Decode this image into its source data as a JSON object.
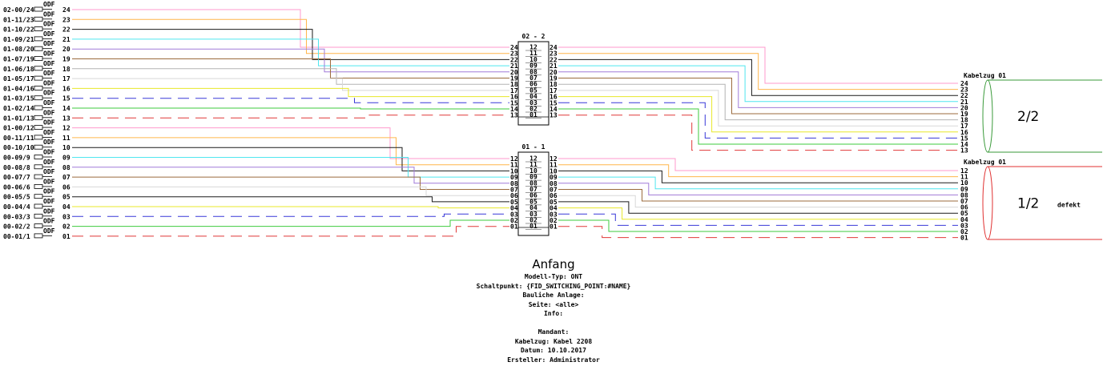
{
  "colors": {
    "pink": "#ff99cc",
    "orange": "#ffb64c",
    "black": "#1a1a1a",
    "cyan": "#4fe6ef",
    "violet": "#a07ad8",
    "brown": "#9b6b3d",
    "grey": "#b4b4b4",
    "white": "#d8d8d8",
    "blue": "#3838d8",
    "yellow": "#e8e82a",
    "green": "#3ecb3e",
    "red": "#e03838",
    "cable_top": "#3a9a3a",
    "cable_bottom": "#e03030",
    "highlight": "#e00000"
  },
  "left_ports": [
    {
      "label": "02-00/24",
      "num": "24",
      "color": "pink"
    },
    {
      "label": "01-11/23",
      "num": "23",
      "color": "orange"
    },
    {
      "label": "01-10/22",
      "num": "22",
      "color": "black"
    },
    {
      "label": "01-09/21",
      "num": "21",
      "color": "cyan"
    },
    {
      "label": "01-08/20",
      "num": "20",
      "color": "violet"
    },
    {
      "label": "01-07/19",
      "num": "19",
      "color": "brown"
    },
    {
      "label": "01-06/18",
      "num": "18",
      "color": "grey"
    },
    {
      "label": "01-05/17",
      "num": "17",
      "color": "white"
    },
    {
      "label": "01-04/16",
      "num": "16",
      "color": "yellow"
    },
    {
      "label": "01-03/15",
      "num": "15",
      "color": "blue",
      "dashed": true
    },
    {
      "label": "01-02/14",
      "num": "14",
      "color": "green"
    },
    {
      "label": "01-01/13",
      "num": "13",
      "color": "red",
      "dashed": true
    },
    {
      "label": "01-00/12",
      "num": "12",
      "color": "pink"
    },
    {
      "label": "00-11/11",
      "num": "11",
      "color": "orange"
    },
    {
      "label": "00-10/10",
      "num": "10",
      "color": "black"
    },
    {
      "label": "00-09/9",
      "num": "09",
      "color": "cyan"
    },
    {
      "label": "00-08/8",
      "num": "08",
      "color": "violet"
    },
    {
      "label": "00-07/7",
      "num": "07",
      "color": "brown"
    },
    {
      "label": "00-06/6",
      "num": "06",
      "color": "white",
      "highlight": true
    },
    {
      "label": "00-05/5",
      "num": "05",
      "color": "black"
    },
    {
      "label": "00-04/4",
      "num": "04",
      "color": "yellow"
    },
    {
      "label": "00-03/3",
      "num": "03",
      "color": "blue",
      "dashed": true
    },
    {
      "label": "00-02/2",
      "num": "02",
      "color": "green"
    },
    {
      "label": "00-01/1",
      "num": "01",
      "color": "red",
      "dashed": true
    }
  ],
  "connector_tag": "ODF",
  "splice_blocks": [
    {
      "title": "02 - 2",
      "ports": [
        "24",
        "23",
        "22",
        "21",
        "20",
        "19",
        "18",
        "17",
        "16",
        "15",
        "14",
        "13"
      ],
      "inner": [
        "12",
        "11",
        "10",
        "09",
        "08",
        "07",
        "06",
        "05",
        "04",
        "03",
        "02",
        "01"
      ]
    },
    {
      "title": "01 - 1",
      "ports": [
        "12",
        "11",
        "10",
        "09",
        "08",
        "07",
        "06",
        "05",
        "04",
        "03",
        "02",
        "01"
      ],
      "inner": [
        "12",
        "11",
        "10",
        "09",
        "08",
        "07",
        "06",
        "05",
        "04",
        "03",
        "02",
        "01"
      ],
      "highlight_port": "06"
    }
  ],
  "cables": [
    {
      "title": "Kabelzug 01",
      "label": "2/2",
      "note": "",
      "fibers": [
        "24",
        "23",
        "22",
        "21",
        "20",
        "19",
        "18",
        "17",
        "16",
        "15",
        "14",
        "13"
      ]
    },
    {
      "title": "Kabelzug 01",
      "label": "1/2",
      "note": "defekt",
      "fibers": [
        "12",
        "11",
        "10",
        "09",
        "08",
        "07",
        "06",
        "05",
        "04",
        "03",
        "02",
        "01"
      ],
      "highlight_fiber": "06"
    }
  ],
  "footer": {
    "title": "Anfang",
    "lines": [
      "Modell-Typ: ONT",
      "Schaltpunkt: {FID_SWITCHING_POINT:#NAME}",
      "Bauliche Anlage:",
      "Seite: <alle>",
      "Info:",
      "",
      "Mandant:",
      "Kabelzug: Kabel 2208",
      "Datum: 10.10.2017",
      "Ersteller: Administrator"
    ]
  }
}
